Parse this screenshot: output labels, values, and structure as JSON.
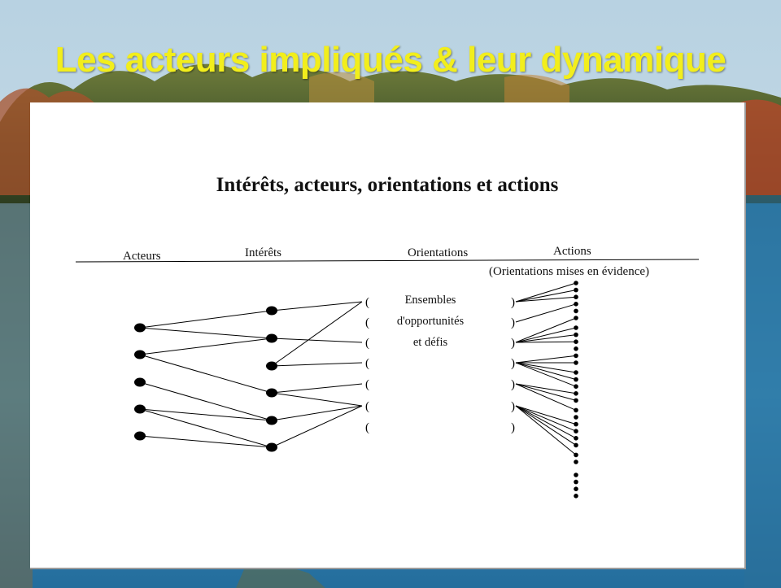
{
  "slide": {
    "title": "Les acteurs impliqués & leur dynamique"
  },
  "figure": {
    "title": "Intérêts, acteurs, orientations et actions",
    "columns": {
      "acteurs": "Acteurs",
      "interets": "Intérêts",
      "orientations": "Orientations",
      "actions": "Actions",
      "actions_sub": "(Orientations mises en évidence)"
    },
    "center_text": [
      "Ensembles",
      "d'opportunités",
      "et défis"
    ],
    "bracket_open": "(",
    "bracket_close": ")",
    "counts": {
      "acteurs": 5,
      "interets": 6,
      "orientation_rows": 7,
      "action_dots": 29
    },
    "colors": {
      "title": "#f2ee1c",
      "ink": "#000000",
      "panel": "#ffffff"
    }
  }
}
